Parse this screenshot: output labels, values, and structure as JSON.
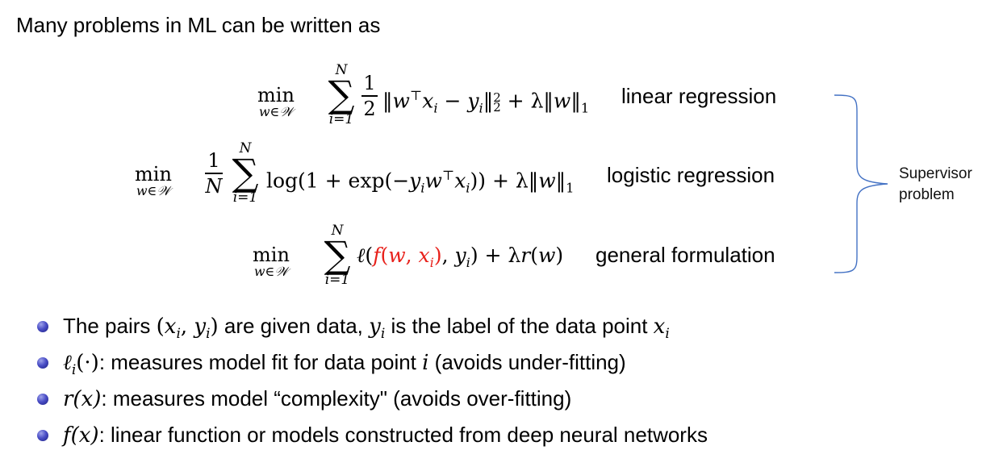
{
  "intro": "Many problems in ML can be written as",
  "min_label": "min",
  "min_sub": "w∈𝒲",
  "sum_upper": "N",
  "sum_lower": "i=1",
  "equations": {
    "linear": {
      "frac_num": "1",
      "frac_den": "2",
      "label": "linear regression"
    },
    "logistic": {
      "frac_num": "1",
      "frac_den": "N",
      "label": "logistic regression"
    },
    "general": {
      "label": "general formulation"
    }
  },
  "brace": {
    "label_line1": "Supervisor",
    "label_line2": "problem",
    "color": "#4472c4"
  },
  "highlight_color": "#e8211b",
  "bullets": [
    {
      "m1": "(x",
      "m1_sub": "i",
      "m1_mid": ", y",
      "m1_sub2": "i",
      "m1_end": ")",
      "t1": " are given data, ",
      "m2": "y",
      "m2_sub": "i",
      "t2": " is the label of the data point ",
      "m3": "x",
      "m3_sub": "i",
      "pre": "The pairs "
    },
    {
      "m": "ℓ",
      "m_sub": "i",
      "m_end": "(·)",
      "t1": ": measures model fit for data point ",
      "m2": "i",
      "t2": " (avoids under-fitting)"
    },
    {
      "m": "r(x)",
      "t1": ": measures model “complexity\" (avoids over-fitting)"
    },
    {
      "m": "f(x)",
      "t1": ": linear function or models constructed from deep neural networks"
    }
  ]
}
